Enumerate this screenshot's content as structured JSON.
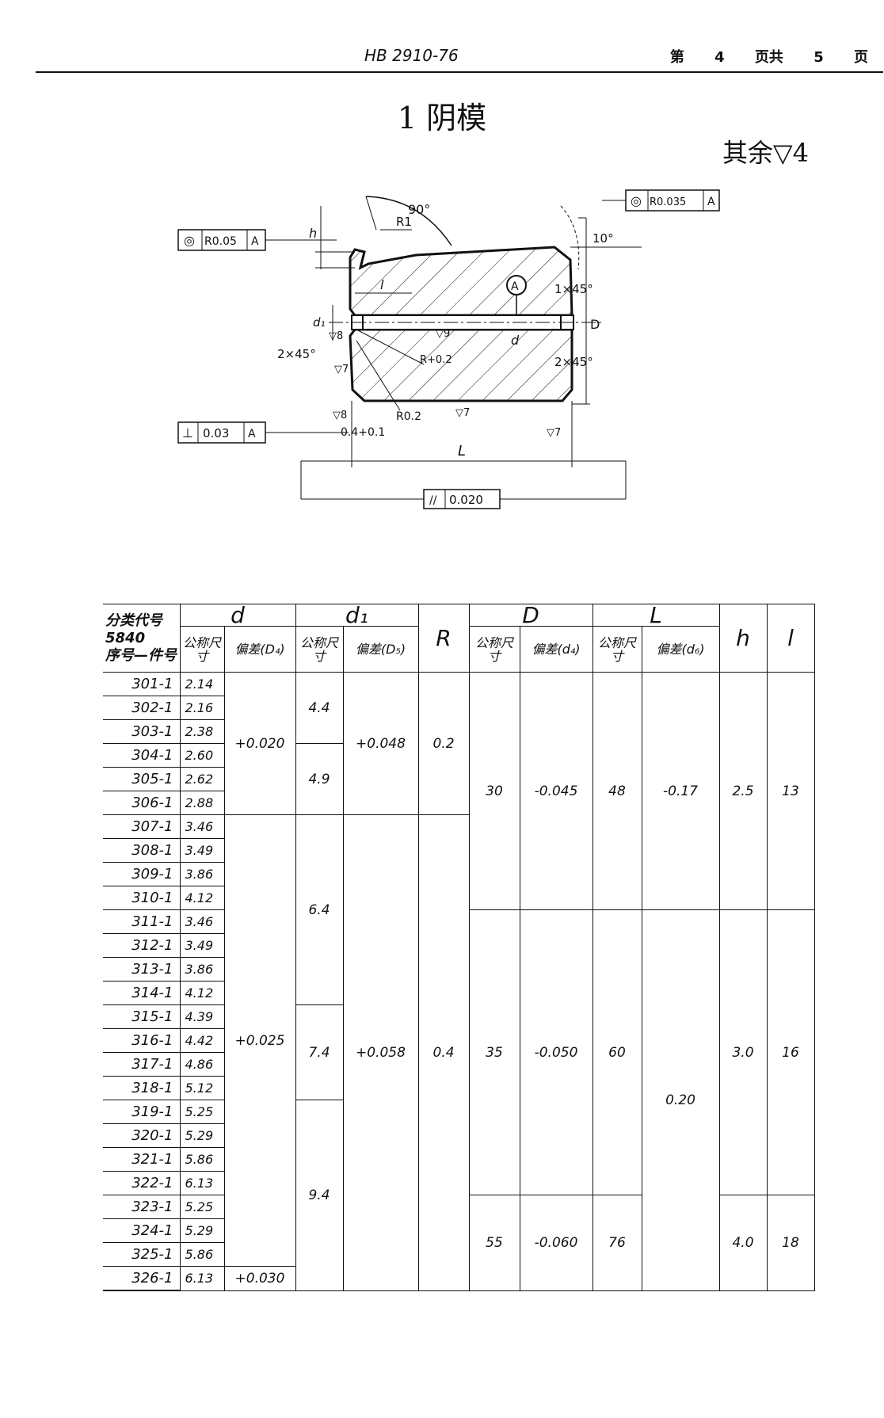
{
  "header": {
    "standard": "HB 2910-76",
    "meta": [
      "第",
      "4",
      "页共",
      "5",
      "页"
    ]
  },
  "title": "1 阴模",
  "surface_rest": "其余▽4",
  "drawing": {
    "angle_90": "90°",
    "radius_r1": "R1",
    "angle_10": "10°",
    "h_label": "h",
    "l_label": "l",
    "datum_circle": "A",
    "chamfer_top": "1×45°",
    "d1_label": "d₁",
    "rough_8_left": "▽8",
    "rough_9": "▽9",
    "chamfer_left": "2×45°",
    "radius_r": "R+0.2",
    "d_label": "d",
    "D_label": "D",
    "chamfer_right": "2×45°",
    "rough_7_left": "▽7",
    "radius_r02": "R0.2",
    "rough_7_bottom": "▽7",
    "rough_8_bottom": "▽8",
    "dim_04": "0.4+0.1",
    "rough_7_right": "▽7",
    "L_label": "L",
    "fcf_coax_left": {
      "symbol": "◎",
      "value": "R0.05",
      "datum": "A"
    },
    "fcf_coax_right": {
      "symbol": "◎",
      "value": "R0.035",
      "datum": "A"
    },
    "fcf_perp": {
      "symbol": "⊥",
      "value": "0.03",
      "datum": "A"
    },
    "fcf_parallel": {
      "symbol": "//",
      "value": "0.020"
    }
  },
  "table": {
    "corner": {
      "line1": "分类代号",
      "line2": "5840",
      "line3": "序号—件号"
    },
    "headers": {
      "d": "d",
      "d1": "d₁",
      "R": "R",
      "D": "D",
      "L": "L",
      "h": "h",
      "l": "l",
      "nominal": "公称尺寸",
      "dev_d": "偏差(D₄)",
      "dev_d1": "偏差(D₅)",
      "dev_D": "偏差(d₄)",
      "dev_L": "偏差(d₆)"
    },
    "codes": [
      "301-1",
      "302-1",
      "303-1",
      "304-1",
      "305-1",
      "306-1",
      "307-1",
      "308-1",
      "309-1",
      "310-1",
      "311-1",
      "312-1",
      "313-1",
      "314-1",
      "315-1",
      "316-1",
      "317-1",
      "318-1",
      "319-1",
      "320-1",
      "321-1",
      "322-1",
      "323-1",
      "324-1",
      "325-1",
      "326-1"
    ],
    "d_sizes": [
      "2.14",
      "2.16",
      "2.38",
      "2.60",
      "2.62",
      "2.88",
      "3.46",
      "3.49",
      "3.86",
      "4.12",
      "3.46",
      "3.49",
      "3.86",
      "4.12",
      "4.39",
      "4.42",
      "4.86",
      "5.12",
      "5.25",
      "5.29",
      "5.86",
      "6.13",
      "5.25",
      "5.29",
      "5.86",
      "6.13"
    ],
    "d_dev": [
      "+0.020",
      "+0.025",
      "+0.030"
    ],
    "d1_sizes": [
      "4.4",
      "4.9",
      "6.4",
      "7.4",
      "9.4"
    ],
    "d1_dev": [
      "+0.048",
      "+0.058"
    ],
    "R": [
      "0.2",
      "0.4"
    ],
    "D_sizes": [
      "30",
      "35",
      "55"
    ],
    "D_dev": [
      "-0.045",
      "-0.050",
      "-0.060"
    ],
    "L_sizes": [
      "48",
      "60",
      "76"
    ],
    "L_dev": [
      "-0.17",
      "0.20"
    ],
    "h": [
      "2.5",
      "3.0",
      "4.0"
    ],
    "l": [
      "13",
      "16",
      "18"
    ]
  }
}
